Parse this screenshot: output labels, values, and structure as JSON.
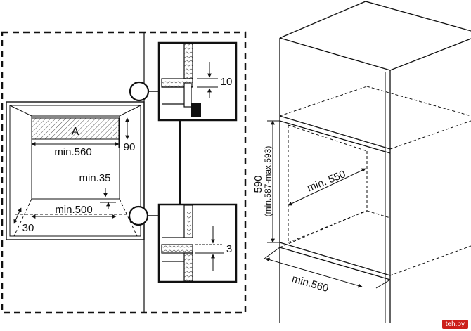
{
  "labels": {
    "a": "A",
    "min560_top": "min.560",
    "d90": "90",
    "min35": "min.35",
    "min500": "min.500",
    "d30": "30",
    "d10": "10",
    "d3": "3",
    "h590": "590",
    "h_range": "(min.587-max.593)",
    "min550": "min. 550",
    "min560_bottom": "min.560"
  },
  "watermark": "teh.by"
}
